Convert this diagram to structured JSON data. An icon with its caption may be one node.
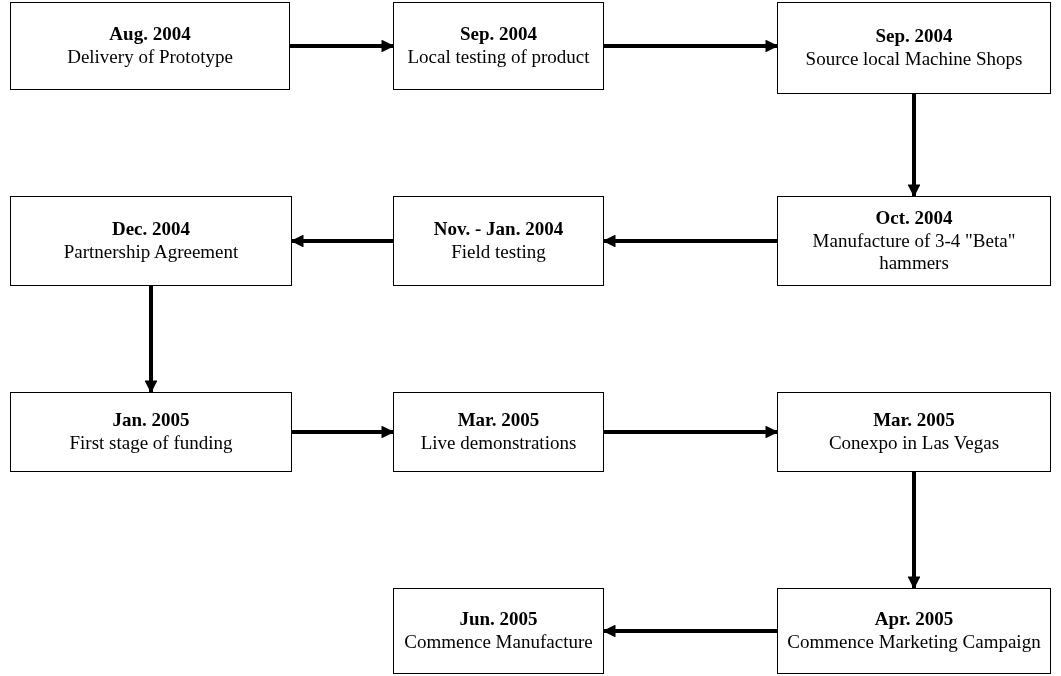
{
  "diagram": {
    "nodes": [
      {
        "text": [
          "Aug. 2004",
          "Delivery of Prototype"
        ]
      },
      {
        "text": [
          "Sep. 2004",
          "Local testing of product"
        ]
      },
      {
        "text": [
          "Sep. 2004",
          "Source local Machine Shops"
        ]
      },
      {
        "text": [
          "Dec. 2004",
          "Partnership Agreement"
        ]
      },
      {
        "text": [
          "Nov.  - Jan. 2004",
          "Field testing"
        ]
      },
      {
        "text": [
          "Oct. 2004",
          "Manufacture of 3-4 \"Beta\" hammers"
        ]
      },
      {
        "text": [
          "Jan. 2005",
          "First stage of funding"
        ]
      },
      {
        "text": [
          "Mar. 2005",
          "Live demonstrations"
        ]
      },
      {
        "text": [
          "Mar. 2005",
          "Conexpo in Las Vegas"
        ]
      },
      {
        "text": [
          "Jun. 2005",
          "Commence Manufacture"
        ]
      },
      {
        "text": [
          "Apr. 2005",
          "Commence Marketing Campaign"
        ]
      }
    ],
    "edges": [
      {
        "from": 0,
        "to": 1,
        "arrow": "to"
      },
      {
        "from": 1,
        "to": 2,
        "arrow": "to"
      },
      {
        "from": 2,
        "to": 5,
        "arrow": "to"
      },
      {
        "from": 5,
        "to": 4,
        "arrow": "to"
      },
      {
        "from": 4,
        "to": 3,
        "arrow": "to"
      },
      {
        "from": 3,
        "to": 6,
        "arrow": "to"
      },
      {
        "from": 6,
        "to": 7,
        "arrow": "to"
      },
      {
        "from": 7,
        "to": 8,
        "arrow": "to"
      },
      {
        "from": 8,
        "to": 10,
        "arrow": "to"
      },
      {
        "from": 10,
        "to": 9,
        "arrow": "to"
      }
    ]
  }
}
